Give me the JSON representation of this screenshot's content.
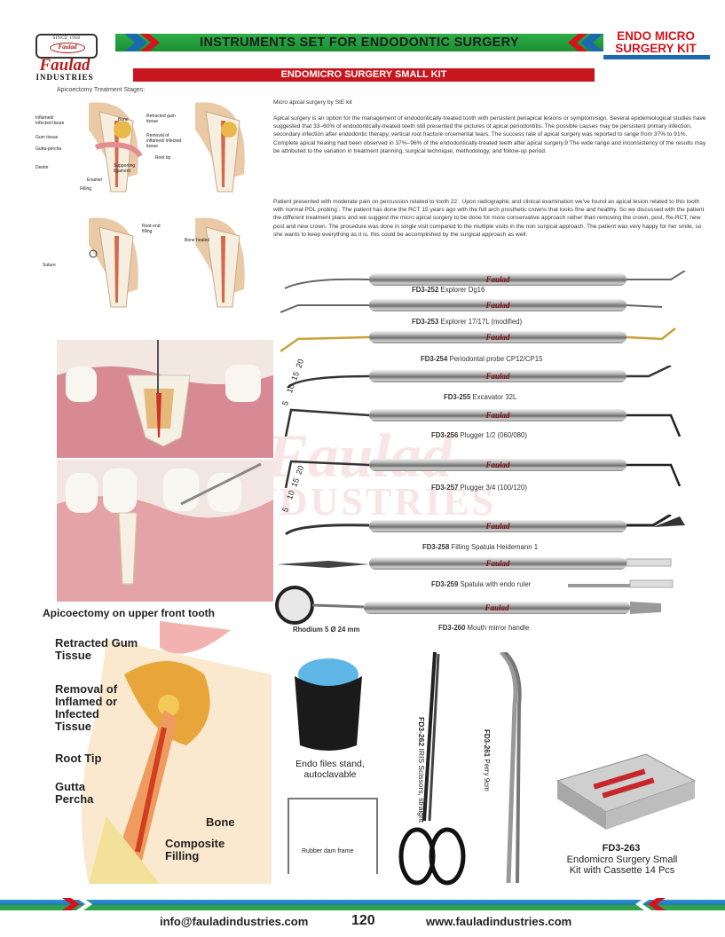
{
  "header": {
    "logo_badge_text": "SINCE 1968",
    "logo_oval_text": "Faulad",
    "logo_word": "Faulad",
    "logo_sub": "INDUSTRIES",
    "title": "INSTRUMENTS SET FOR ENDODONTIC SURGERY",
    "right_title_1": "ENDO MICRO",
    "right_title_2": "SURGERY KIT",
    "subtitle": "ENDOMICRO SURGERY SMALL KIT"
  },
  "diagram": {
    "heading": "Apicoectomy Treatment Stages:",
    "labels": {
      "inflamed": "Inflamed/ Infected tissue",
      "gum": "Gum tissue",
      "gutta": "Gutta-percha",
      "dentin": "Dentin",
      "bone": "Bone",
      "retracted": "Retracted gum tissue",
      "removal": "Removal of inflamed/ infected tissue",
      "root_tip": "Root tip",
      "supporting": "Supporting ligament",
      "enamel": "Enamel",
      "filling": "Filling",
      "suture": "Suture",
      "root_end": "Root-end filling",
      "bone_healed": "Bone healed"
    }
  },
  "text": {
    "line1": "Micro apical surgery by SIE kit",
    "para1": "Apical surgery is an option for the management of endodontically-treated tooth with persistent periapical lesions or symptom/sign. Several epidemiological studies have suggested that 33–60% of endodontically-treated teeth still presented the pictures of apical periodontitis. The possible causes may be persistent primary infection, secondary infection after endodontic therapy, vertical root fracture orcemental tears. The success rate of apical surgery was reported to range from 37% to 91%. Complete apical healing had been observed in 37%–96% of the endodontically-treated teeth after apical surgery.9 The wide range and inconsistency of the results may be attributed to the variation in treatment planning, surgical technique, methodology, and follow-up period.",
    "para2": "Patient presented with moderate pain on percussion related to tooth 22 . Upon radiographic and clinical examination we've found an apical lesion related to this tooth with normal PDL probing . The patient has done the RCT 15 years ago with the full arch prosthetic crowns that looks fine and healthy. So we discussed with the patient the different treatment plans and we suggest the micro apical surgery to be done for more conservative approach rather than removing the crown, post, Re-RCT, new post and new crown. The procedure was done in single visit compared to the multiple visits in the non surgical approach. The patient was very happy for her smile, so she wants to keep everything as it is, this could be accomplished by the surgical approach as well."
  },
  "instruments": {
    "brand": "Faulad",
    "i252_code": "FD3-252",
    "i252_name": "Explorer Dg16",
    "i253_code": "FD3-253",
    "i253_name": "Explorer 17/17L (modified)",
    "i254_code": "FD3-254",
    "i254_name": "Periodontal probe CP12/CP15",
    "i255_code": "FD3-255",
    "i255_name": "Excavator 32L",
    "i256_code": "FD3-256",
    "i256_name": "Plugger 1/2 (060/080)",
    "i257_code": "FD3-257",
    "i257_name": "Plugger 3/4 (100/120)",
    "i258_code": "FD3-258",
    "i258_name": "Filling Spatula Heidemann 1",
    "i259_code": "FD3-259",
    "i259_name": "Spatula with endo ruler",
    "i260_code": "FD3-260",
    "i260_name": "Mouth mirror handle",
    "rhodium": "Rhodium 5  Ø 24 mm",
    "scale_5": "5",
    "scale_10": "10",
    "scale_15": "15",
    "scale_20": "20"
  },
  "bottom": {
    "apico_heading": "Apicoectomy on upper front tooth",
    "lbl_retracted": "Retracted Gum Tissue",
    "lbl_removal": "Removal of Inflamed or Infected Tissue",
    "lbl_root": "Root Tip",
    "lbl_gutta": "Gutta Percha",
    "lbl_bone": "Bone",
    "lbl_composite": "Composite Filling",
    "stand": "Endo files stand, autoclavable",
    "frame": "Rubber dam frame",
    "i262_code": "FD3-262",
    "i262_name": "IRIS Scissors, straight",
    "i261_code": "FD3-261",
    "i261_name": "Perry 9cm",
    "i263_code": "FD3-263",
    "i263_name": "Endomicro Surgery Small Kit with Cassette 14 Pcs"
  },
  "footer": {
    "email": "info@fauladindustries.com",
    "page": "120",
    "web": "www.fauladindustries.com"
  },
  "watermark": {
    "word1": "Faulad",
    "word2": "INDUSTRIES"
  },
  "colors": {
    "green": "#22a13c",
    "red": "#c7161d",
    "blue": "#1b6ab0"
  }
}
